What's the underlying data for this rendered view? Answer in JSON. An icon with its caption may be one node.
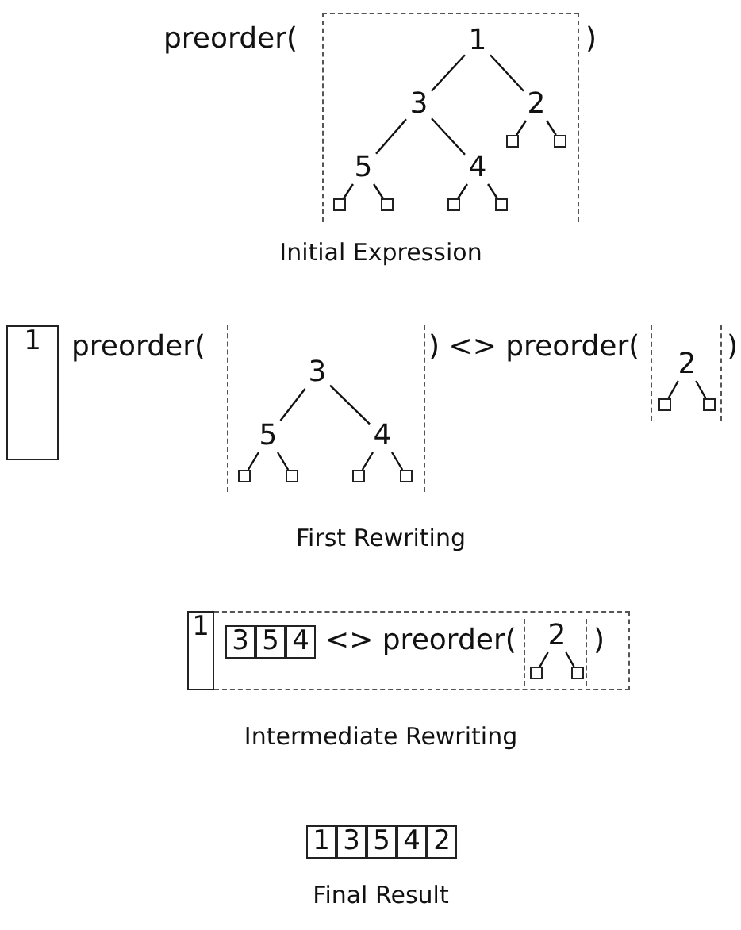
{
  "diagram": {
    "nodes": [
      {
        "text": [],
        "shape": "box"
      },
      {
        "text": [
          "1"
        ],
        "in": 0
      },
      {
        "text": [
          "3"
        ],
        "in": 0
      },
      {
        "text": [
          "2"
        ],
        "in": 0
      },
      {
        "text": [
          "5"
        ],
        "in": 0
      },
      {
        "text": [
          "4"
        ],
        "in": 0
      },
      {
        "text": [],
        "shape": "box",
        "in": 0
      },
      {
        "text": [],
        "shape": "box",
        "in": 0
      },
      {
        "text": [],
        "shape": "box",
        "in": 0
      },
      {
        "text": [],
        "shape": "box",
        "in": 0
      },
      {
        "text": [],
        "shape": "box",
        "in": 0
      },
      {
        "text": [],
        "shape": "box",
        "in": 0
      },
      {
        "text": [
          "1"
        ]
      },
      {
        "text": [],
        "shape": "box"
      },
      {
        "text": [
          "3"
        ],
        "in": 13
      },
      {
        "text": [
          "5"
        ],
        "in": 13
      },
      {
        "text": [
          "4"
        ],
        "in": 13
      },
      {
        "text": [],
        "shape": "box",
        "in": 13
      },
      {
        "text": [],
        "shape": "box",
        "in": 13
      },
      {
        "text": [],
        "shape": "box",
        "in": 13
      },
      {
        "text": [],
        "shape": "box",
        "in": 13
      },
      {
        "text": [],
        "shape": "box"
      },
      {
        "text": [
          "2"
        ],
        "in": 21
      },
      {
        "text": [],
        "shape": "box",
        "in": 21
      },
      {
        "text": [],
        "shape": "box",
        "in": 21
      },
      {
        "text": [
          "1"
        ]
      },
      {
        "text": [],
        "shape": "box"
      },
      {
        "text": [
          "3"
        ],
        "in": 26
      },
      {
        "text": [
          "5"
        ],
        "in": 26
      },
      {
        "text": [
          "4"
        ],
        "in": 26
      },
      {
        "text": [],
        "shape": "box",
        "in": 26
      },
      {
        "text": [
          "2"
        ],
        "in": 30
      },
      {
        "text": [],
        "shape": "box",
        "in": 30
      },
      {
        "text": [],
        "shape": "box",
        "in": 30
      },
      {
        "text": [
          "1"
        ]
      },
      {
        "text": [
          "3"
        ]
      },
      {
        "text": [
          "5"
        ]
      },
      {
        "text": [
          "4"
        ]
      },
      {
        "text": [
          "2"
        ]
      }
    ],
    "edges": [
      {
        "from": 1,
        "to": 2,
        "arrow": "none"
      },
      {
        "from": 1,
        "to": 3,
        "arrow": "none"
      },
      {
        "from": 2,
        "to": 4,
        "arrow": "none"
      },
      {
        "from": 2,
        "to": 5,
        "arrow": "none"
      },
      {
        "from": 3,
        "to": 6,
        "arrow": "none"
      },
      {
        "from": 3,
        "to": 7,
        "arrow": "none"
      },
      {
        "from": 4,
        "to": 8,
        "arrow": "none"
      },
      {
        "from": 4,
        "to": 9,
        "arrow": "none"
      },
      {
        "from": 5,
        "to": 10,
        "arrow": "none"
      },
      {
        "from": 5,
        "to": 11,
        "arrow": "none"
      },
      {
        "from": 14,
        "to": 15,
        "arrow": "none"
      },
      {
        "from": 14,
        "to": 16,
        "arrow": "none"
      },
      {
        "from": 15,
        "to": 17,
        "arrow": "none"
      },
      {
        "from": 15,
        "to": 18,
        "arrow": "none"
      },
      {
        "from": 16,
        "to": 19,
        "arrow": "none"
      },
      {
        "from": 16,
        "to": 20,
        "arrow": "none"
      },
      {
        "from": 22,
        "to": 23,
        "arrow": "none"
      },
      {
        "from": 22,
        "to": 24,
        "arrow": "none"
      },
      {
        "from": 31,
        "to": 32,
        "arrow": "none"
      },
      {
        "from": 31,
        "to": 33,
        "arrow": "none"
      }
    ],
    "labels": [
      "preorder(",
      ")",
      "Initial Expression",
      "preorder(",
      ") <> preorder(",
      ")",
      "First Rewriting",
      "<> preorder(",
      ")",
      "Intermediate Rewriting",
      "Final Result"
    ]
  }
}
